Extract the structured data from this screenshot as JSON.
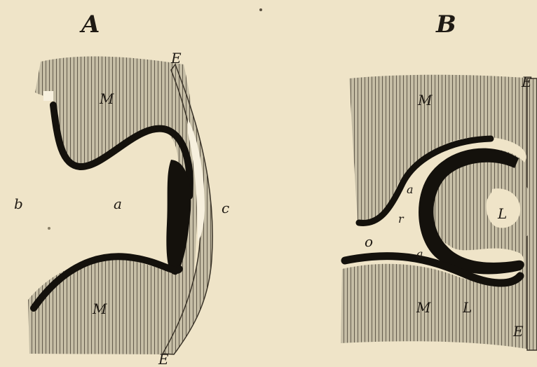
{
  "panels": {
    "a": {
      "title": "A",
      "labels": {
        "E_top": "E",
        "E_bottom": "E",
        "M_top": "M",
        "M_bottom": "M",
        "a": "a",
        "b": "b",
        "c": "c"
      }
    },
    "b": {
      "title": "B",
      "labels": {
        "E_top": "E",
        "E_bottom": "E",
        "M_top": "M",
        "M_bottom": "M",
        "a_upper": "a",
        "r": "r",
        "o": "o",
        "a_lower": "a",
        "L_center": "L",
        "L_lower": "L"
      }
    }
  },
  "colors": {
    "paper": "#efe4c8",
    "ink": "#1f1a14",
    "tissue": "#a59e8a"
  }
}
